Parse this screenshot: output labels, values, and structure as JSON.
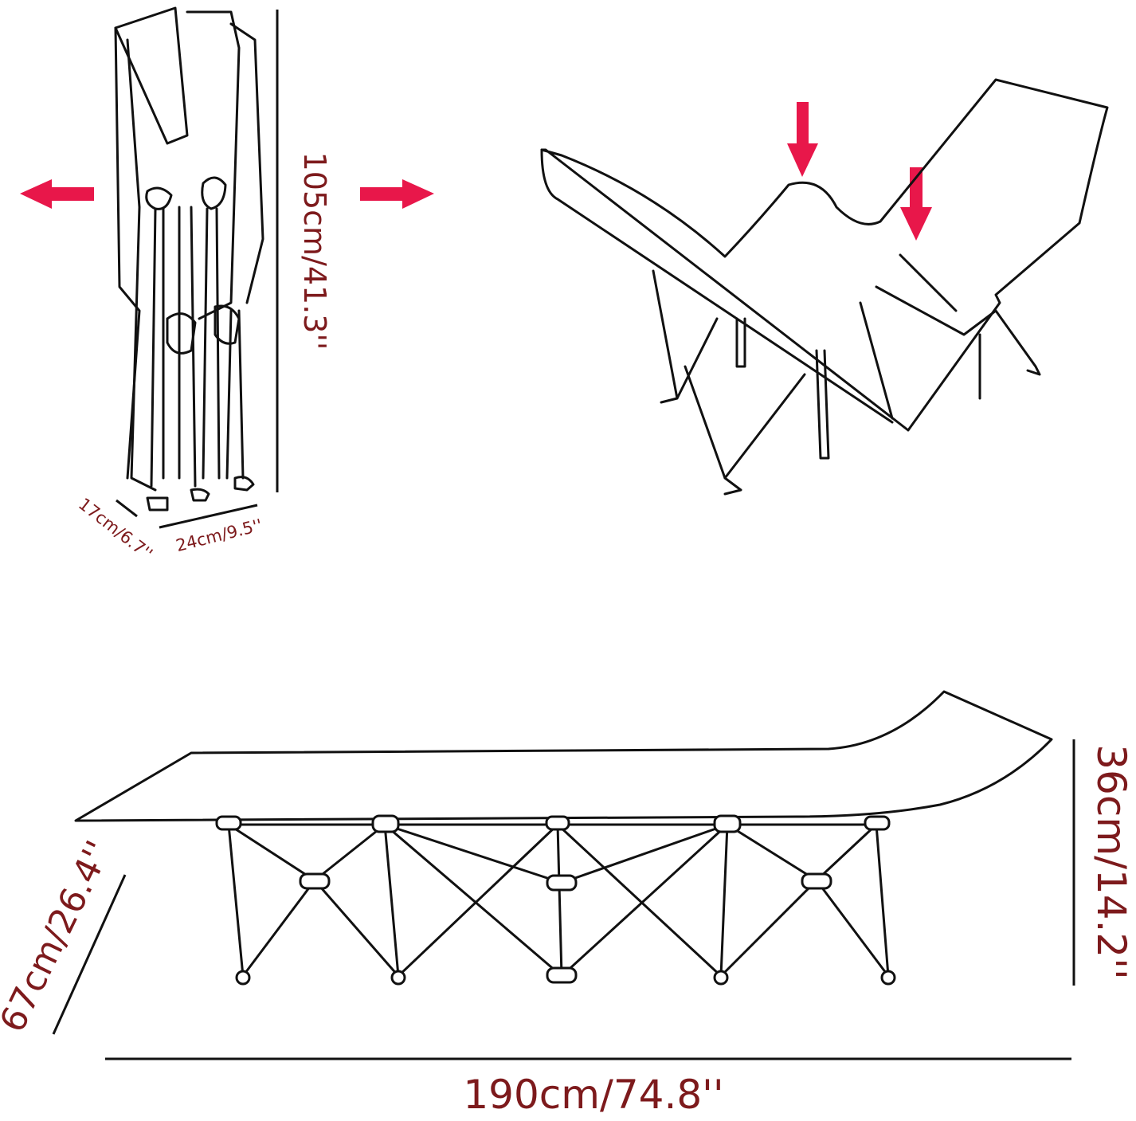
{
  "labels": {
    "folded_height": "105cm/41.3''",
    "folded_depth": "17cm/6.7''",
    "folded_width": "24cm/9.5''",
    "cot_height": "36cm/14.2''",
    "cot_width": "67cm/26.4''",
    "cot_length": "190cm/74.8''"
  },
  "colors": {
    "label": "#7d1a1c",
    "arrow": "#e8174a",
    "line": "#111111"
  }
}
